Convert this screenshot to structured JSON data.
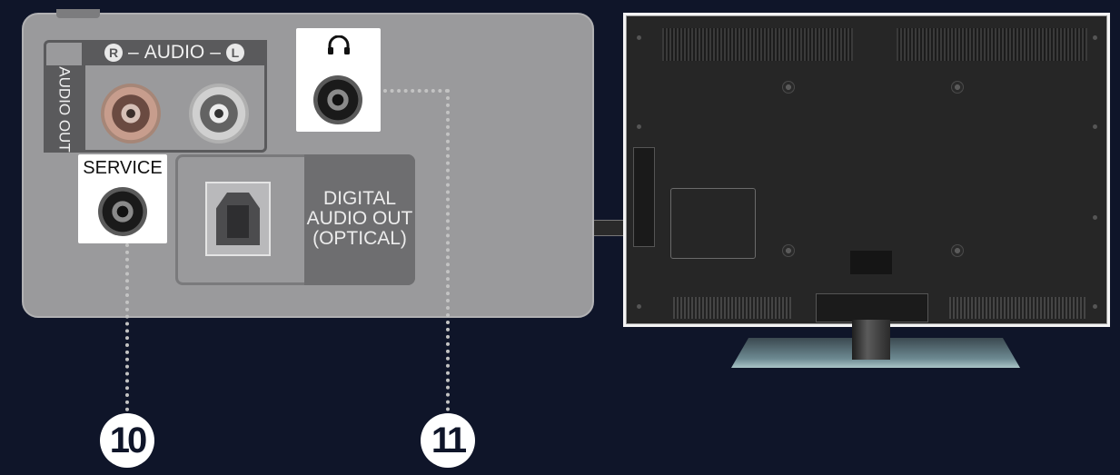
{
  "panel": {
    "audio_word": "AUDIO",
    "r_badge": "R",
    "l_badge": "L",
    "dash": "–",
    "audio_out": "AUDIO OUT",
    "service": "SERVICE",
    "optical_line1": "DIGITAL",
    "optical_line2": "AUDIO OUT",
    "optical_line3": "(OPTICAL)",
    "headphone_icon": "headphone-icon"
  },
  "callouts": {
    "service": "10",
    "headphone": "11"
  },
  "colors": {
    "background": "#0f1529",
    "panel": "#9a9a9c",
    "callout": "#ffffff"
  }
}
